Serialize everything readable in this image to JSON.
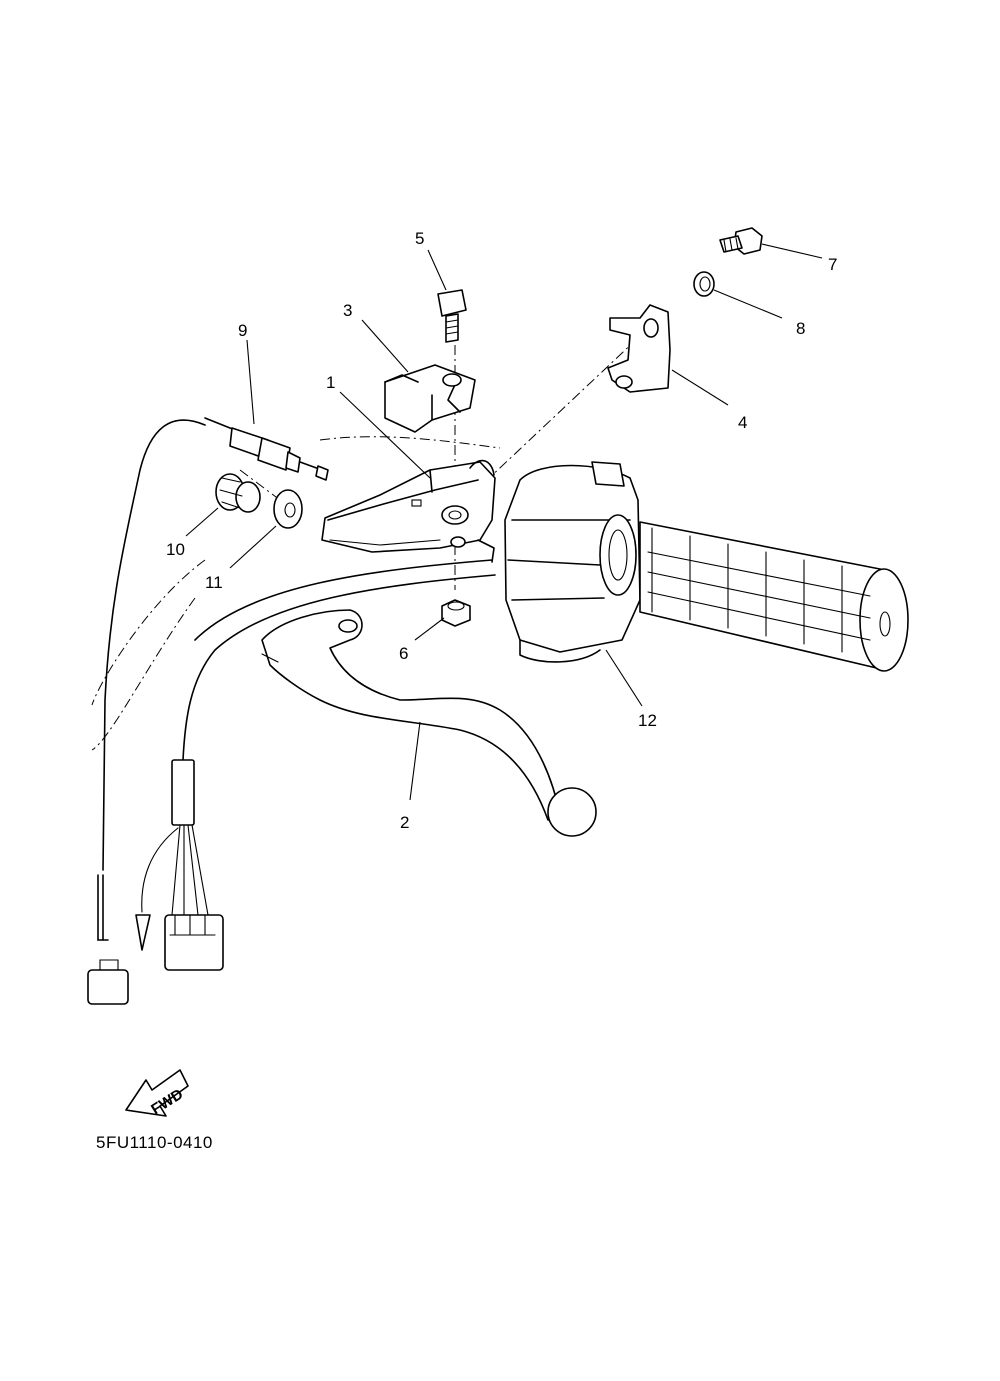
{
  "diagram": {
    "callouts": [
      {
        "id": "1",
        "label": "1"
      },
      {
        "id": "2",
        "label": "2"
      },
      {
        "id": "3",
        "label": "3"
      },
      {
        "id": "4",
        "label": "4"
      },
      {
        "id": "5",
        "label": "5"
      },
      {
        "id": "6",
        "label": "6"
      },
      {
        "id": "7",
        "label": "7"
      },
      {
        "id": "8",
        "label": "8"
      },
      {
        "id": "9",
        "label": "9"
      },
      {
        "id": "10",
        "label": "10"
      },
      {
        "id": "11",
        "label": "11"
      },
      {
        "id": "12",
        "label": "12"
      }
    ],
    "fwd_arrow_label": "FWD",
    "catalog_code": "5FU1110-0410"
  }
}
